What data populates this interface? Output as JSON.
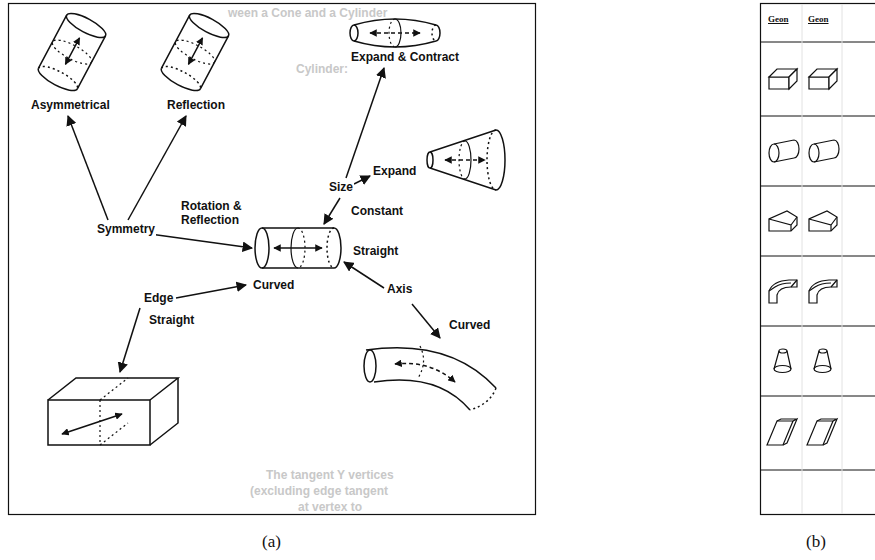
{
  "diagram": {
    "labels": [
      "ween a Cone and a Cylinder",
      "Asymmetrical",
      "Reflection",
      "Expand & Contract",
      "Cylinder:",
      "Expand",
      "Size",
      "Rotation & Reflection",
      "Symmetry",
      "Constant",
      "Straight",
      "Curved",
      "Edge",
      "Axis",
      "Straight",
      "Curved",
      "The tangent Y vertices",
      "(excluding edge tangent",
      "at vertex to",
      "(a)",
      "Geon",
      "Geon",
      "(b)"
    ]
  }
}
